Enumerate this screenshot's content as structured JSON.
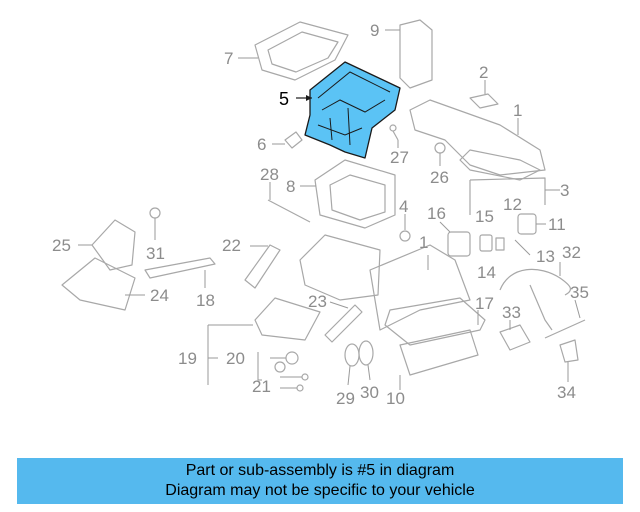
{
  "highlight_color": "#5bc3f5",
  "banner_color": "#55b9ee",
  "callouts": {
    "c1": "1",
    "c1b": "1",
    "c2": "2",
    "c3": "3",
    "c4": "4",
    "c5": "5",
    "c6": "6",
    "c7": "7",
    "c8": "8",
    "c9": "9",
    "c10": "10",
    "c11": "11",
    "c12": "12",
    "c13": "13",
    "c14": "14",
    "c15": "15",
    "c16": "16",
    "c17": "17",
    "c18": "18",
    "c19": "19",
    "c20": "20",
    "c21": "21",
    "c22": "22",
    "c23": "23",
    "c24": "24",
    "c25": "25",
    "c26": "26",
    "c27": "27",
    "c28": "28",
    "c29": "29",
    "c30": "30",
    "c31": "31",
    "c32": "32",
    "c33": "33",
    "c34": "34",
    "c35": "35"
  },
  "banner": {
    "line1": "Part or sub-assembly is #5 in diagram",
    "line2": "Diagram may not be specific to your vehicle"
  }
}
